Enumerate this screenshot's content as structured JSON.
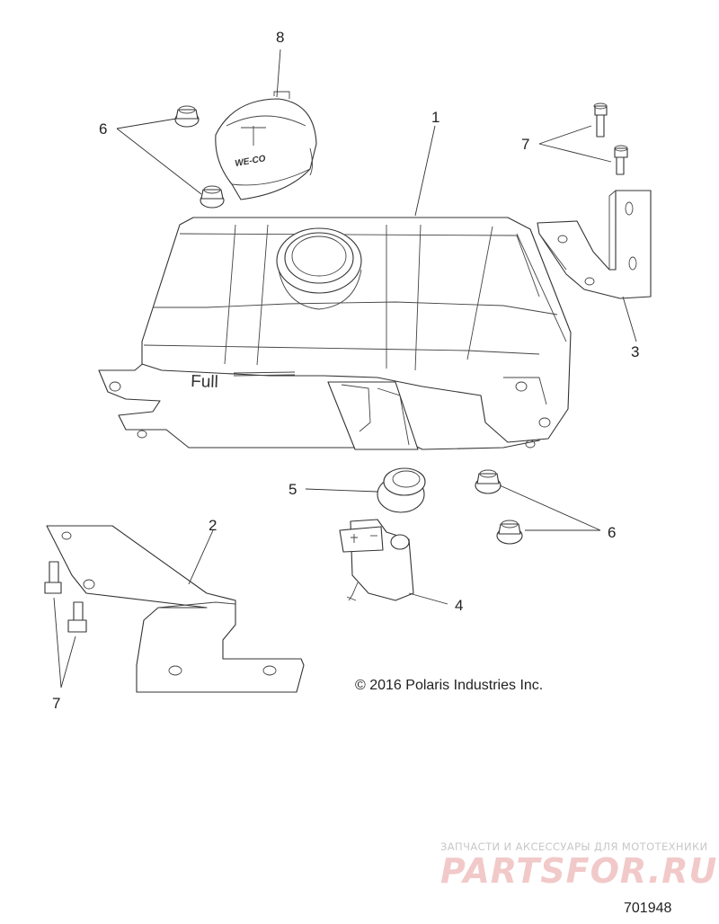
{
  "diagram": {
    "callouts": {
      "tank": "1",
      "bracket_lower": "2",
      "bracket_right": "3",
      "sensor": "4",
      "grommet": "5",
      "nuts_top": "6",
      "nuts_right": "6",
      "bolts_top": "7",
      "bolts_left": "7",
      "cap": "8"
    },
    "tank_marking": "Full",
    "cap_brand": "WE-CO",
    "copyright": "© 2016 Polaris Industries Inc.",
    "watermark": {
      "tagline": "ЗАПЧАСТИ И АКСЕССУАРЫ ДЛЯ МОТОТЕХНИКИ",
      "logo": "PARTSFOR.RU"
    },
    "drawing_number": "701948"
  }
}
